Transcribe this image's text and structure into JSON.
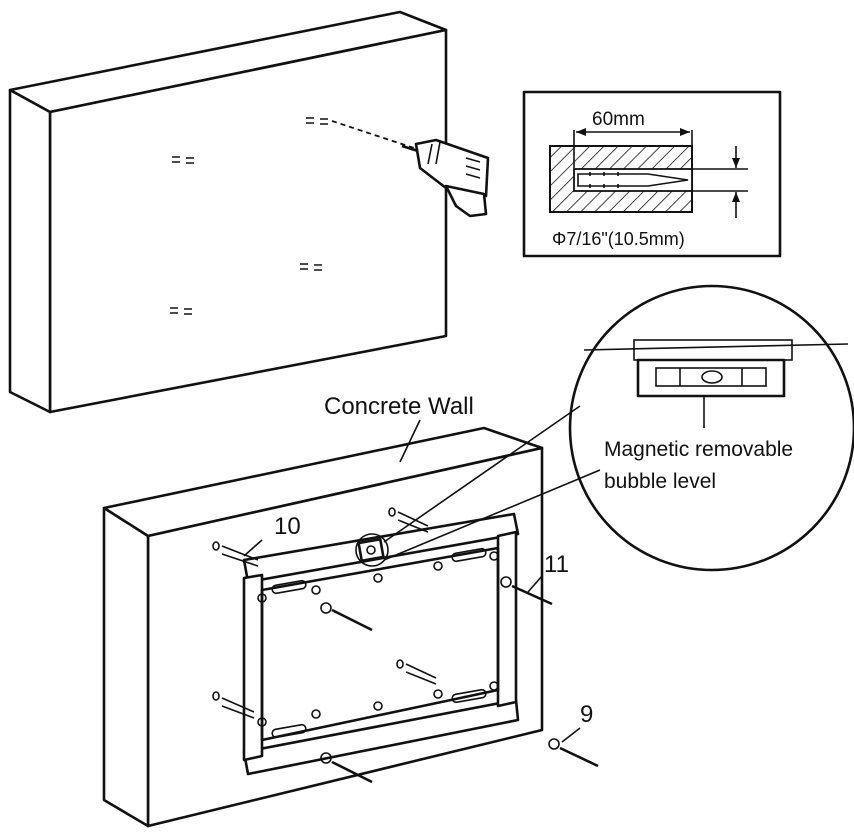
{
  "labels": {
    "depth": "60mm",
    "diameter": "Φ7/16\"(10.5mm)",
    "wall_type": "Concrete Wall",
    "level_line1": "Magnetic removable",
    "level_line2": "bubble level",
    "part_10": "10",
    "part_11": "11",
    "part_9": "9"
  },
  "icons": [
    "drill-icon",
    "wall-anchor-icon",
    "screw-icon",
    "washer-icon",
    "bubble-level-icon",
    "wall-plate-bracket"
  ]
}
